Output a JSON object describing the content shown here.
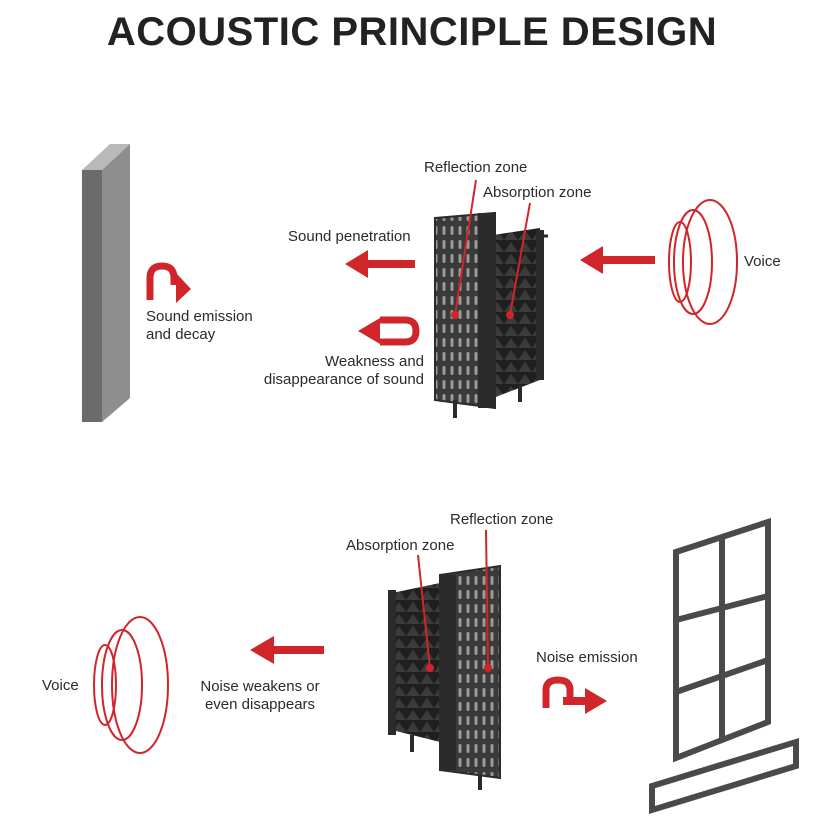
{
  "title": "ACOUSTIC PRINCIPLE DESIGN",
  "colors": {
    "accent": "#d0252a",
    "wall": "#6b6b6b",
    "panel": "#2b2b2b",
    "outline": "#444444"
  },
  "top_diagram": {
    "wall_label": "Wall",
    "reflection_zone": "Reflection zone",
    "absorption_zone": "Absorption zone",
    "sound_penetration": "Sound penetration",
    "sound_emission": [
      "Sound emission",
      "and decay"
    ],
    "weakness": [
      "Weakness and",
      "disappearance of sound"
    ],
    "voice": "Voice"
  },
  "bottom_diagram": {
    "reflection_zone": "Reflection zone",
    "absorption_zone": "Absorption zone",
    "voice": "Voice",
    "noise_weakens": [
      "Noise weakens or",
      "even disappears"
    ],
    "noise_emission": "Noise emission"
  },
  "icons": [
    "wall",
    "acoustic-panel",
    "sound-wave",
    "arrow-left",
    "u-turn-arrow",
    "window"
  ]
}
